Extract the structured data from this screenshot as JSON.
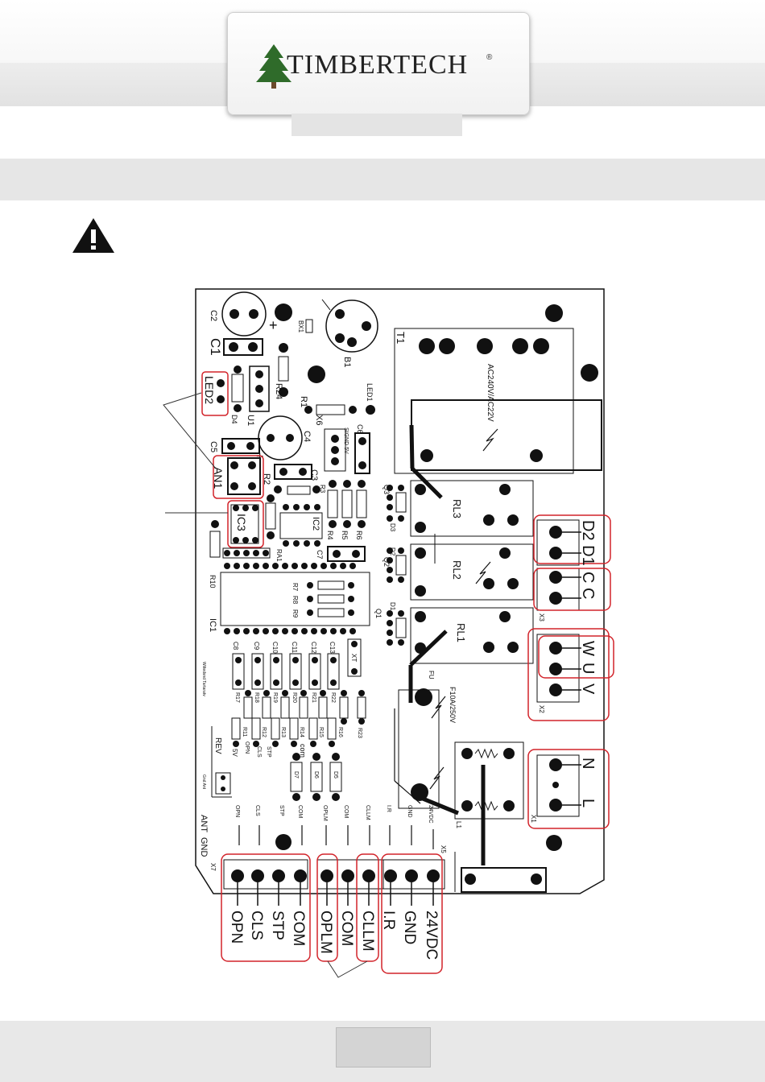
{
  "header": {
    "brand": "TIMBERTECH",
    "registered_mark": "®"
  },
  "board": {
    "components": {
      "c2": "C2",
      "c1": "C1",
      "bx1": "BX1",
      "b1": "B1",
      "t1": "T1",
      "led2": "LED2",
      "d4": "D4",
      "u1": "U1",
      "r24": "R24",
      "r1": "R1",
      "led1": "LED1",
      "x6": "X6",
      "c5": "C5",
      "c4": "C4",
      "c6": "C6",
      "x6_pins": "SIGND 5V",
      "an1": "AN1",
      "r2": "R2",
      "c3": "C3",
      "r3": "R3",
      "ic3": "IC3",
      "ic2": "IC2",
      "r4": "R4",
      "r5": "R5",
      "r6": "R6",
      "q3": "Q3",
      "d3": "D3",
      "rl3": "RL3",
      "ra1": "RA1",
      "c7": "C7",
      "d2": "D2",
      "q2": "Q2",
      "rl2": "RL2",
      "r10": "R10",
      "r7": "R7",
      "r8": "R8",
      "r9": "R9",
      "d1": "D1",
      "q1": "Q1",
      "rl1": "RL1",
      "x3": "X3",
      "ic1": "IC1",
      "c8": "C8",
      "c9": "C9",
      "c10": "C10",
      "c11": "C11",
      "c12": "C12",
      "c13": "C13",
      "xt": "XT",
      "fu": "FU",
      "fuse_rating": "F10A/250V",
      "x2": "X2",
      "r17": "R17",
      "r18": "R18",
      "r19": "R19",
      "r20": "R20",
      "r21": "R21",
      "r22": "R22",
      "r23": "R23",
      "r11": "R11",
      "r12": "R12",
      "r13": "R13",
      "r14": "R14",
      "r15": "R15",
      "r16": "R16",
      "rev": "REV",
      "d7": "D7",
      "d6": "D6",
      "d5": "D5",
      "l1": "L1",
      "x1": "X1",
      "x5": "X5",
      "x7": "X7",
      "transformer_rating": "AC240V/AC22V",
      "ant": "ANT",
      "gnd_ant": "GND"
    },
    "silk_small": {
      "s5v": "5V",
      "sopn": "OPN",
      "scls": "CLS",
      "sstp": "STP",
      "scom": "com"
    },
    "side_text": "Wiltedsnd Tartaratv",
    "bottom_silk": [
      "OPN",
      "CLS",
      "STP",
      "COM",
      "OPLM",
      "COM",
      "CLLM",
      "I.R",
      "GND",
      "24VDC"
    ],
    "terminal_labels": [
      "OPN",
      "CLS",
      "STP",
      "COM",
      "OPLM",
      "COM",
      "CLLM",
      "I.R",
      "GND",
      "24VDC"
    ],
    "right_terminals": {
      "x3_top": "D2 D1",
      "x3_bottom": "C C",
      "x2_top": "W",
      "x2_mid": "U",
      "x2_bottom": "V",
      "x1_top": "N",
      "x1_bottom": "L"
    }
  }
}
